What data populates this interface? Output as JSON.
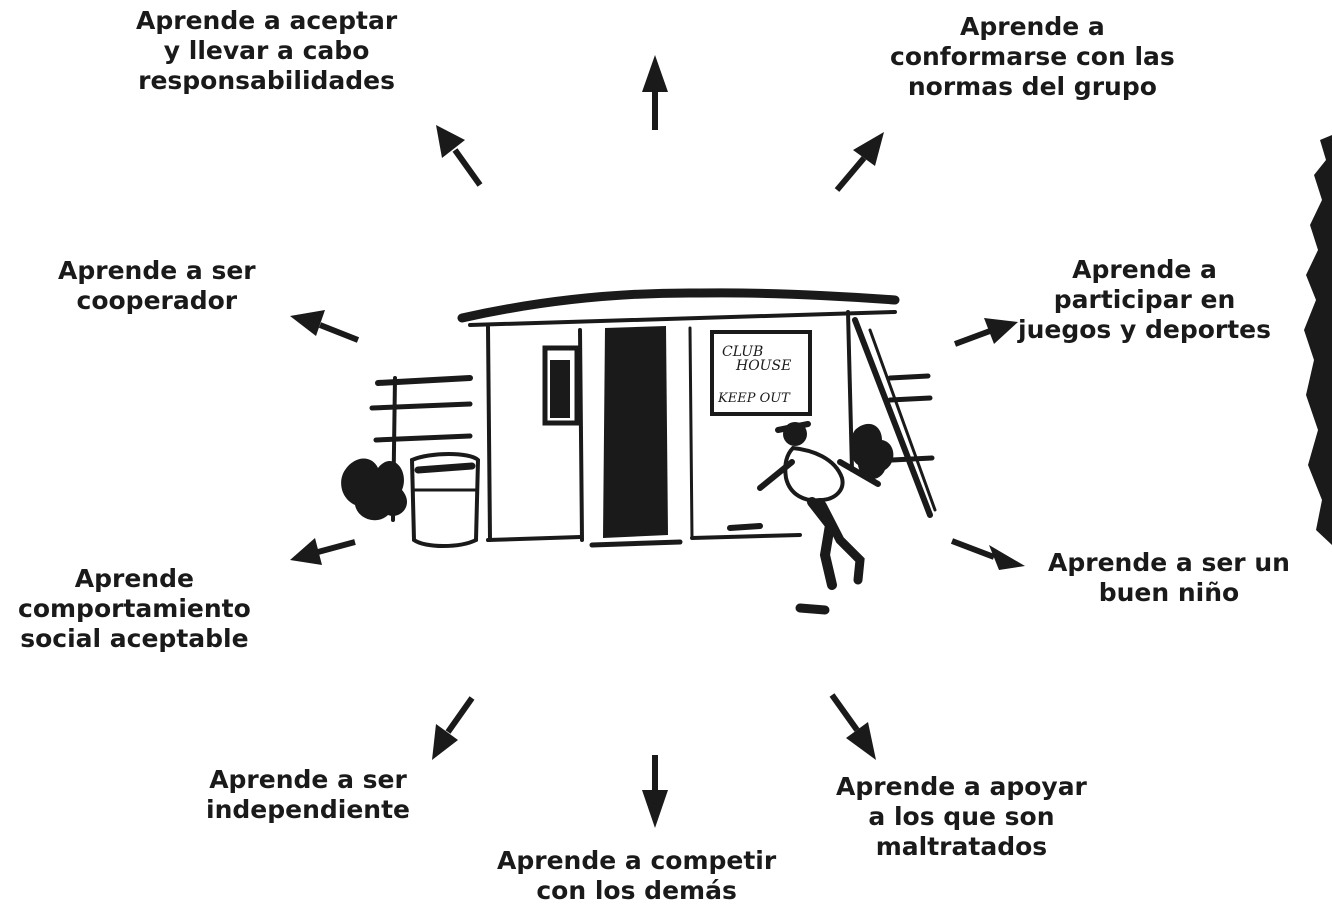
{
  "diagram": {
    "center_illustration": "clubhouse-with-child",
    "sign_lines": [
      "CLUB",
      "HOUSE",
      "KEEP OUT"
    ],
    "labels": {
      "responsabilidades": [
        "Aprende a aceptar",
        "y llevar a cabo",
        "responsabilidades"
      ],
      "normas": [
        "Aprende a",
        "conformarse con las",
        "normas del grupo"
      ],
      "cooperador": [
        "Aprende a ser",
        "cooperador"
      ],
      "juegos": [
        "Aprende a",
        "participar en",
        "juegos y deportes"
      ],
      "comportamiento": [
        "Aprende",
        "comportamiento",
        "social aceptable"
      ],
      "buen_nino": [
        "Aprende a ser un",
        "buen niño"
      ],
      "independiente": [
        "Aprende a ser",
        "independiente"
      ],
      "apoyar": [
        "Aprende a apoyar",
        "a los que son",
        "maltratados"
      ],
      "competir": [
        "Aprende a competir",
        "con los demás"
      ]
    },
    "colors": {
      "ink": "#1a1a1a",
      "background": "#ffffff"
    }
  }
}
